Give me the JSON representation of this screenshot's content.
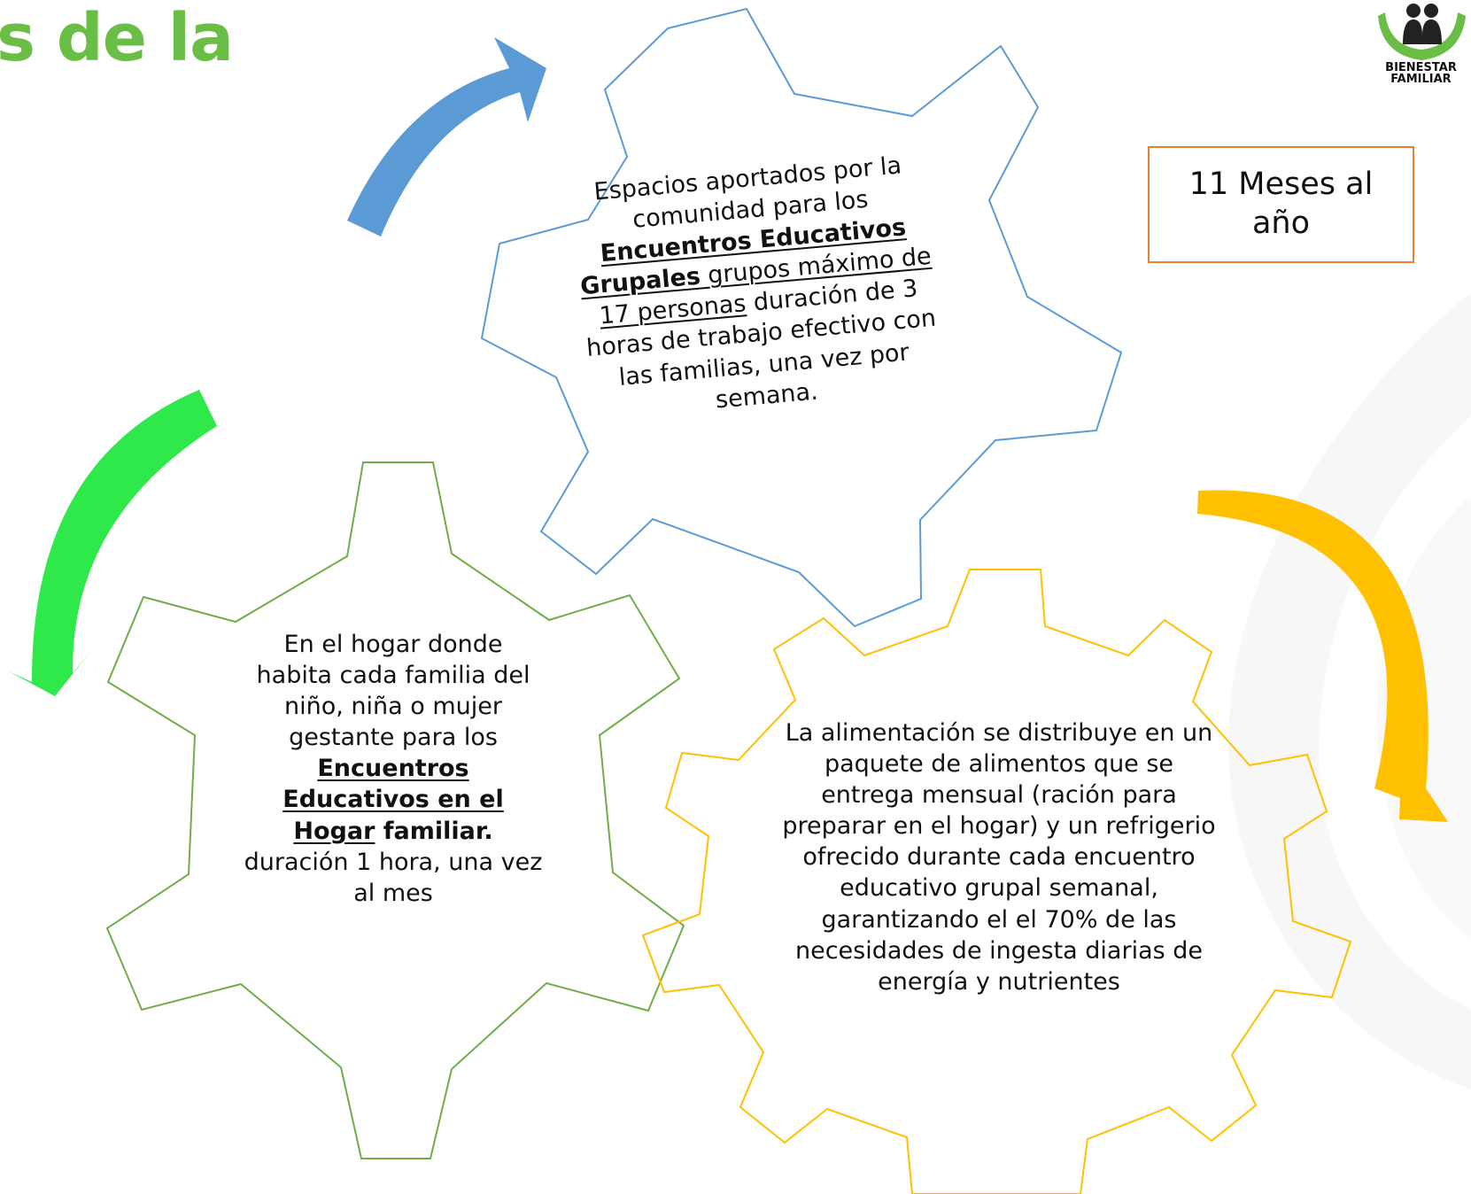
{
  "slide": {
    "title_fragment": "s de la",
    "title_color": "#6BBE45"
  },
  "logo": {
    "line1": "BIENESTAR",
    "line2": "FAMILIAR",
    "color": "#6BBE45"
  },
  "duration_box": {
    "text_line1": "11 Meses al",
    "text_line2": "año",
    "border_color": "#ED7D31"
  },
  "gears": {
    "blue": {
      "color": "#5B9BD5",
      "text": {
        "t1": "Espacios aportados por la comunidad  para los ",
        "t2": "Encuentros Educativos Grupales",
        "t3": "  grupos máximo de 17 personas",
        "t4": " duración de 3 horas de trabajo efectivo con las familias, una vez por semana."
      }
    },
    "green": {
      "color": "#70AD47",
      "text": {
        "t1": "En el hogar donde habita cada familia del niño, niña o mujer gestante para los ",
        "t2": "Encuentros Educativos en el Hogar",
        "t3": " familiar.",
        "t4": " duración 1 hora, una vez al mes"
      }
    },
    "yellow": {
      "color": "#FFC000",
      "text": "La alimentación se distribuye en un paquete de alimentos que se entrega mensual (ración para preparar en el hogar) y un refrigerio ofrecido durante cada encuentro educativo grupal semanal, garantizando el el 70% de las  necesidades de ingesta diarias de energía y nutrientes"
    }
  },
  "arrows": {
    "blue": "#5B9BD5",
    "green": "#2FE84A",
    "yellow": "#FFC000"
  }
}
